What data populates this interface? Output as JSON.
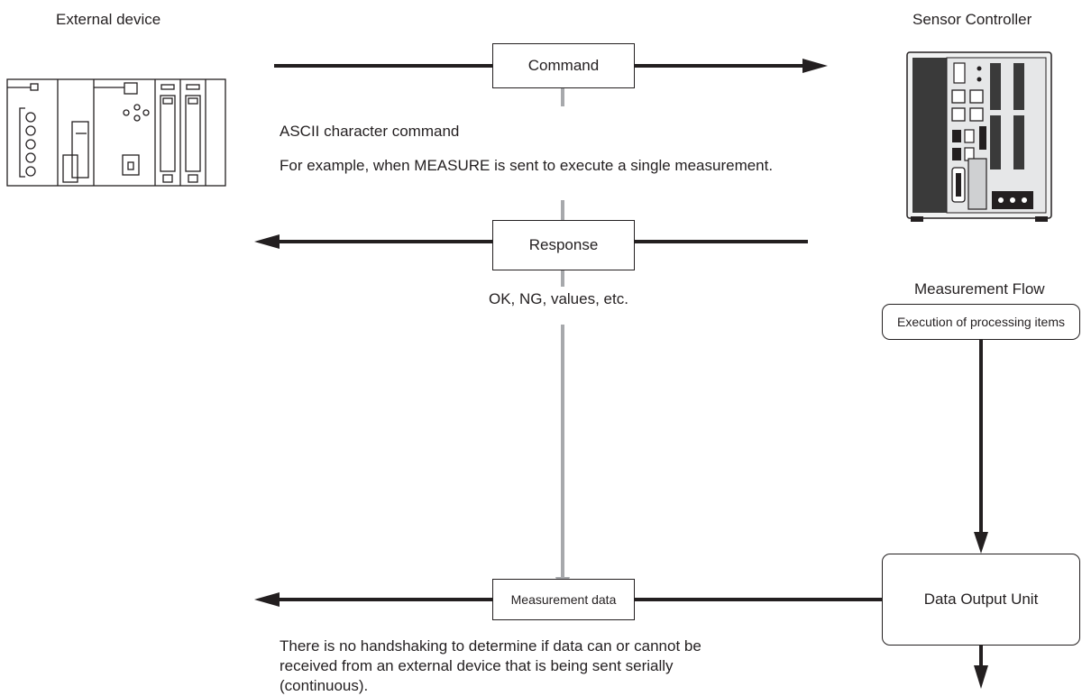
{
  "labels": {
    "external_device": "External device",
    "sensor_controller": "Sensor Controller",
    "measurement_flow": "Measurement Flow"
  },
  "command": {
    "box_label": "Command",
    "description_1": "ASCII character command",
    "description_2": "For example, when MEASURE is sent to execute a single measurement."
  },
  "response": {
    "box_label": "Response",
    "description": "OK, NG, values, etc."
  },
  "flow": {
    "processing_items": "Execution of processing items",
    "data_output_unit": "Data Output Unit"
  },
  "measurement_data": {
    "box_label": "Measurement data",
    "note": "There is no handshaking to determine if data can or cannot be\nreceived from an external device that is being sent serially\n(continuous)."
  },
  "colors": {
    "line": "#231f20",
    "gray_line": "#a7a9ac"
  }
}
